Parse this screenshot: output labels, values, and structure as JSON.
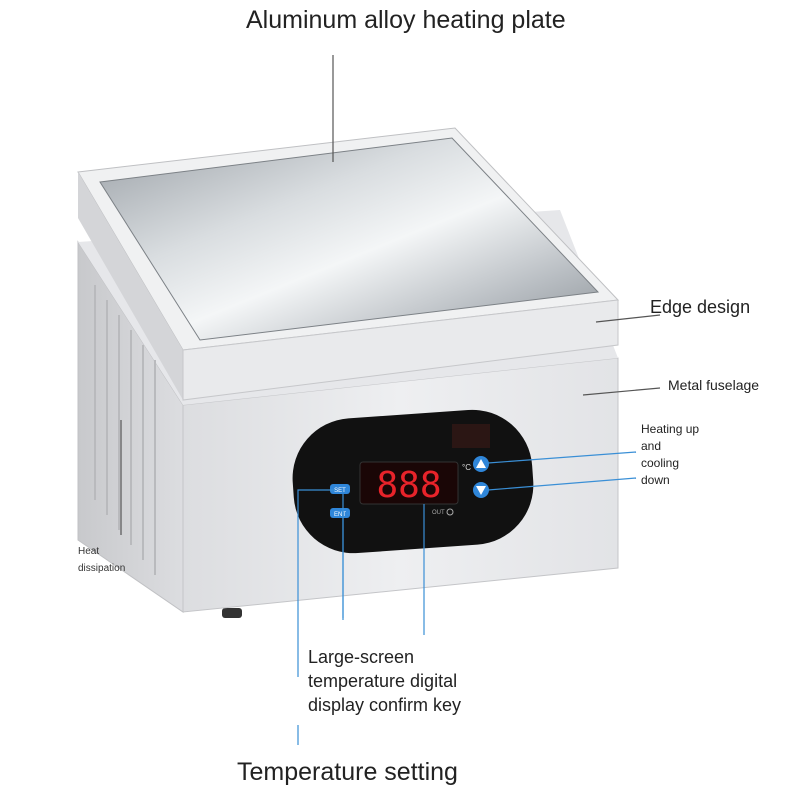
{
  "labels": {
    "heating_plate": "Aluminum alloy heating plate",
    "edge_design": "Edge design",
    "metal_fuselage": "Metal fuselage",
    "heating_up_cooling_down": "Heating up and cooling down",
    "heat_dissipation": "Heat dissipation",
    "large_screen": "Large-screen temperature digital display confirm key",
    "temperature_setting": "Temperature setting"
  },
  "panel": {
    "display_value": "888",
    "set_key": "SET",
    "ent_key": "ENT",
    "out_text": "OUT",
    "unit": "°C",
    "up_icon": "triangle-up-icon",
    "down_icon": "triangle-down-icon"
  },
  "colors": {
    "callout_line": "#3a8fd6",
    "display_red": "#e8232a",
    "panel_black": "#111111",
    "button_blue": "#2f86d9"
  }
}
